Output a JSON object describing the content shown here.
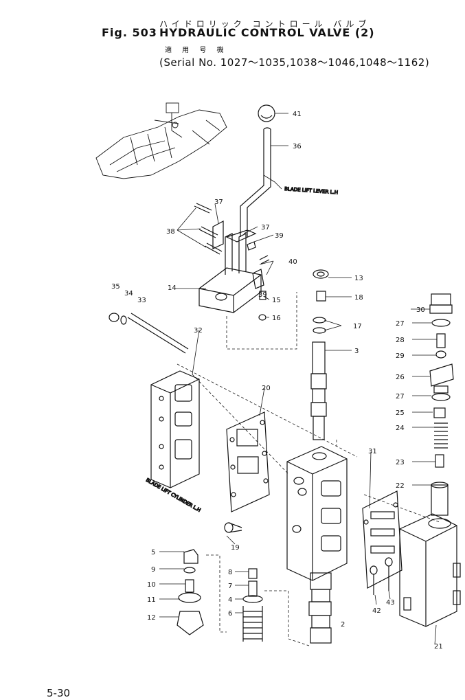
{
  "header": {
    "jp_title": "ハイドロリック コントロール バルブ",
    "fig": "Fig. 503",
    "title": "HYDRAULIC CONTROL VALVE (2)",
    "serial_jp": "適 用 号 機",
    "serial": "(Serial No. 1027～1035,1038～1046,1048～1162)"
  },
  "notes": {
    "lever": "BLADE LIFT LEVER L.H",
    "cylinder": "BLADE LIFT CYLINDER L.H"
  },
  "labels": {
    "p41": "41",
    "p36": "36",
    "p37a": "37",
    "p37b": "37",
    "p38": "38",
    "p39a": "39",
    "p39b": "39",
    "p40": "40",
    "p14": "14",
    "p15": "15",
    "p16": "16",
    "p13": "13",
    "p18": "18",
    "p17": "17",
    "p3": "3",
    "p35": "35",
    "p34": "34",
    "p33": "33",
    "p32": "32",
    "p20": "20",
    "p19": "19",
    "p30": "30",
    "p27a": "27",
    "p28": "28",
    "p29": "29",
    "p26": "26",
    "p27b": "27",
    "p25": "25",
    "p24": "24",
    "p23": "23",
    "p22": "22",
    "p31": "31",
    "p42": "42",
    "p43": "43",
    "p21": "21",
    "p5a": "5",
    "p9": "9",
    "p10": "10",
    "p11": "11",
    "p12": "12",
    "p8": "8",
    "p7": "7",
    "p4": "4",
    "p6": "6",
    "p2": "2"
  },
  "footer": {
    "page": "5-30"
  }
}
